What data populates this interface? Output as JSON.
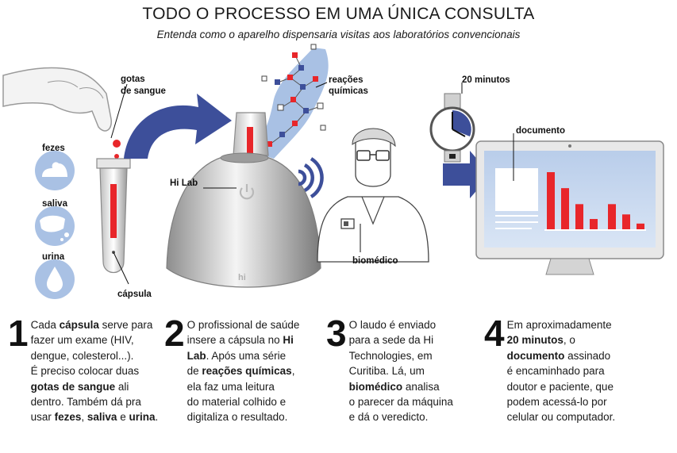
{
  "header": {
    "title": "TODO O PROCESSO EM UMA ÚNICA CONSULTA",
    "subtitle": "Entenda como o aparelho dispensaria visitas aos laboratórios convencionais"
  },
  "labels": {
    "gotas_line1": "gotas",
    "gotas_line2": "de sangue",
    "fezes": "fezes",
    "saliva": "saliva",
    "urina": "urina",
    "capsula": "cápsula",
    "hilab": "Hi Lab",
    "reacoes_line1": "reações",
    "reacoes_line2": "químicas",
    "biomedico": "biomédico",
    "minutos": "20 minutos",
    "documento": "documento",
    "device_logo": "hi"
  },
  "steps": [
    {
      "number": "1",
      "lines": [
        [
          {
            "t": "Cada "
          },
          {
            "t": "cápsula",
            "b": true
          },
          {
            "t": " serve para"
          }
        ],
        [
          {
            "t": "fazer um exame (HIV,"
          }
        ],
        [
          {
            "t": "dengue, colesterol...)."
          }
        ],
        [
          {
            "t": "É preciso colocar duas"
          }
        ],
        [
          {
            "t": "gotas de sangue",
            "b": true
          },
          {
            "t": " ali"
          }
        ],
        [
          {
            "t": "dentro. Também dá pra"
          }
        ],
        [
          {
            "t": "usar "
          },
          {
            "t": "fezes",
            "b": true
          },
          {
            "t": ", "
          },
          {
            "t": "saliva",
            "b": true
          },
          {
            "t": " e "
          },
          {
            "t": "urina",
            "b": true
          },
          {
            "t": "."
          }
        ]
      ]
    },
    {
      "number": "2",
      "lines": [
        [
          {
            "t": "O profissional de saúde"
          }
        ],
        [
          {
            "t": "insere a cápsula no "
          },
          {
            "t": "Hi",
            "b": true
          }
        ],
        [
          {
            "t": "Lab",
            "b": true
          },
          {
            "t": ". Após uma série"
          }
        ],
        [
          {
            "t": "de "
          },
          {
            "t": "reações químicas",
            "b": true
          },
          {
            "t": ","
          }
        ],
        [
          {
            "t": "ela faz uma leitura"
          }
        ],
        [
          {
            "t": "do material colhido e"
          }
        ],
        [
          {
            "t": "digitaliza o resultado."
          }
        ]
      ]
    },
    {
      "number": "3",
      "lines": [
        [
          {
            "t": "O laudo é enviado"
          }
        ],
        [
          {
            "t": "para a sede da Hi"
          }
        ],
        [
          {
            "t": "Technologies, em"
          }
        ],
        [
          {
            "t": "Curitiba. Lá, um"
          }
        ],
        [
          {
            "t": "biomédico",
            "b": true
          },
          {
            "t": " analisa"
          }
        ],
        [
          {
            "t": "o parecer da máquina"
          }
        ],
        [
          {
            "t": "e dá o veredicto."
          }
        ]
      ]
    },
    {
      "number": "4",
      "lines": [
        [
          {
            "t": "Em aproximadamente"
          }
        ],
        [
          {
            "t": "20 minutos",
            "b": true
          },
          {
            "t": ", o"
          }
        ],
        [
          {
            "t": "documento",
            "b": true
          },
          {
            "t": " assinado"
          }
        ],
        [
          {
            "t": "é encaminhado para"
          }
        ],
        [
          {
            "t": "doutor e paciente, que"
          }
        ],
        [
          {
            "t": "podem acessá-lo por"
          }
        ],
        [
          {
            "t": "celular ou computador."
          }
        ]
      ]
    }
  ],
  "chart_data": {
    "type": "bar",
    "values": [
      100,
      72,
      44,
      18,
      44,
      26,
      10
    ],
    "colors": {
      "bar": "#e8262a"
    }
  },
  "colors": {
    "accent_blue": "#3d4f9a",
    "light_blue": "#a9c1e4",
    "red": "#e8262a"
  }
}
